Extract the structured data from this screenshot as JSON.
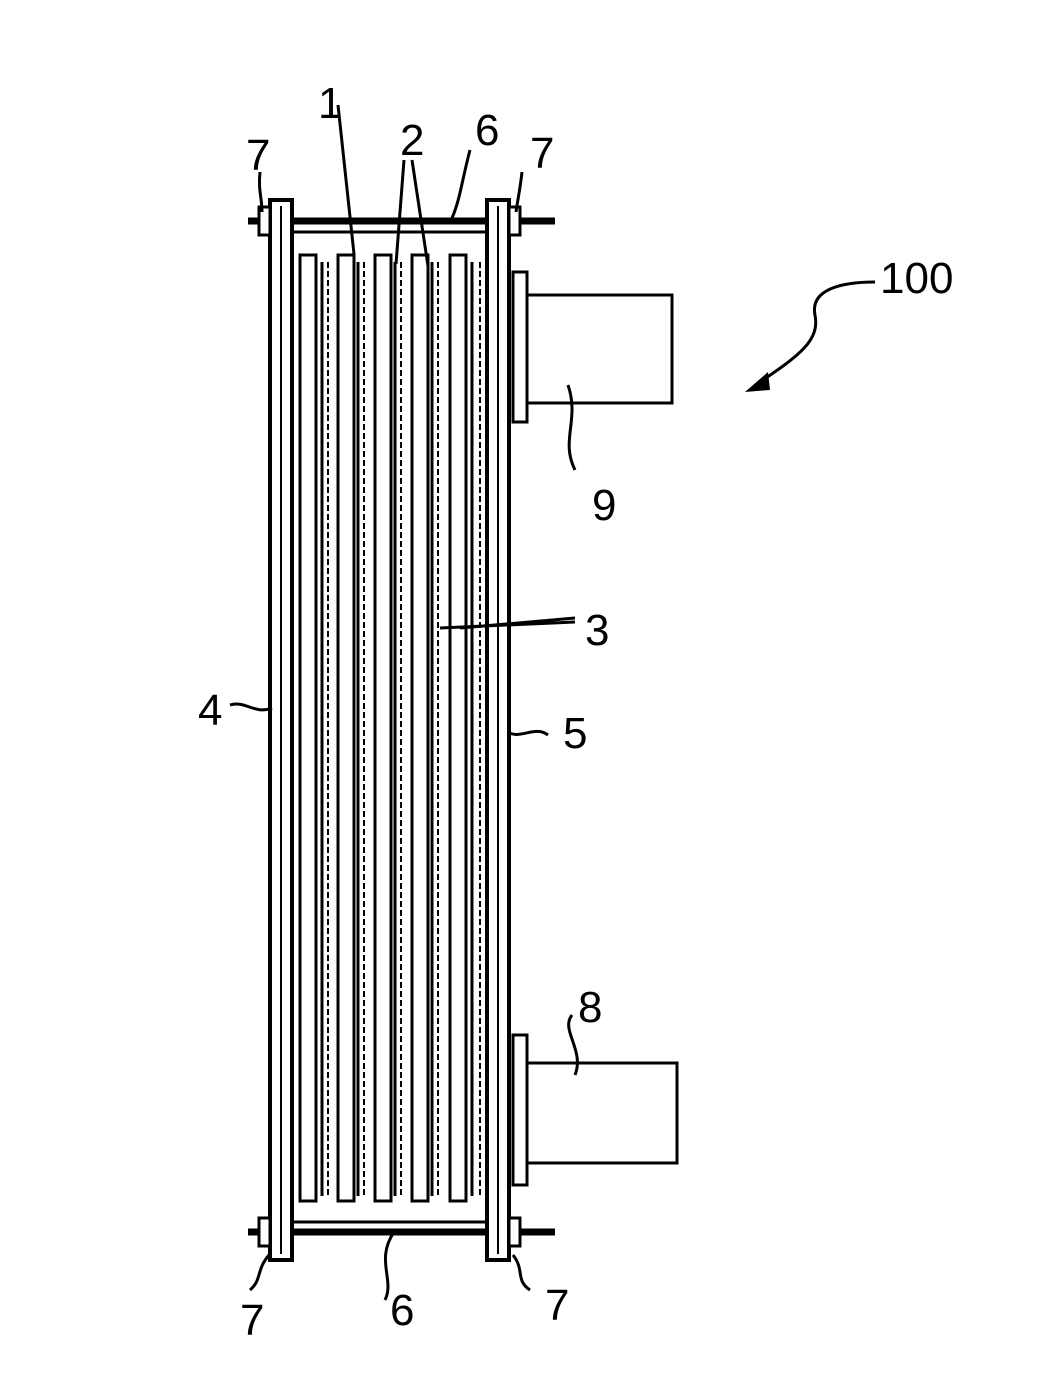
{
  "labels": {
    "l1": "1",
    "l2": "2",
    "l3": "3",
    "l4": "4",
    "l5": "5",
    "l6_top": "6",
    "l6_bottom": "6",
    "l7_tl": "7",
    "l7_tr": "7",
    "l7_bl": "7",
    "l7_br": "7",
    "l8": "8",
    "l9": "9",
    "l100": "100"
  }
}
